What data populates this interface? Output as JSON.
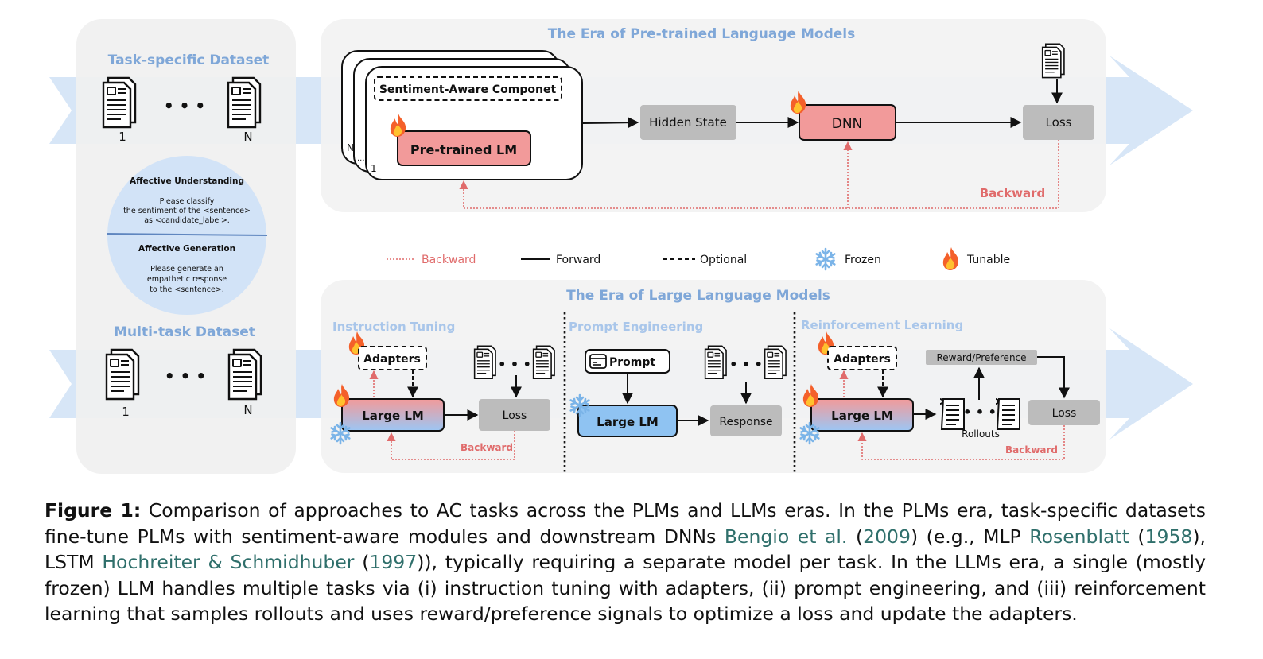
{
  "left_panel": {
    "task_specific_title": "Task-specific Dataset",
    "multi_task_title": "Multi-task Dataset",
    "index_first": "1",
    "index_last": "N",
    "ellipsis": "• • •",
    "prompt_circle": {
      "understanding_title": "Affective Understanding",
      "understanding_line1": "Please classify",
      "understanding_line2": "the sentiment of the <sentence>",
      "understanding_line3": "as <candidate_label>.",
      "generation_title": "Affective Generation",
      "generation_line1": "Please generate an",
      "generation_line2": "empathetic response",
      "generation_line3": "to the <sentence>."
    }
  },
  "plm_era": {
    "title": "The Era of Pre-trained Language Models",
    "sentiment_component": "Sentiment-Aware Componet",
    "pretrained_lm": "Pre-trained LM",
    "stack_n": "N",
    "stack_dots": "...",
    "stack_one": "1",
    "hidden_state": "Hidden State",
    "dnn": "DNN",
    "loss": "Loss",
    "backward": "Backward"
  },
  "legend": {
    "backward": "Backward",
    "forward": "Forward",
    "optional": "Optional",
    "frozen": "Frozen",
    "tunable": "Tunable"
  },
  "llm_era": {
    "title": "The Era of Large Language Models",
    "instruction_tuning": {
      "title": "Instruction Tuning",
      "adapters": "Adapters",
      "large_lm": "Large LM",
      "loss": "Loss",
      "backward": "Backward"
    },
    "prompt_engineering": {
      "title": "Prompt Engineering",
      "prompt": "Prompt",
      "large_lm": "Large LM",
      "response": "Response"
    },
    "reinforcement_learning": {
      "title": "Reinforcement Learning",
      "adapters": "Adapters",
      "large_lm": "Large LM",
      "reward": "Reward/Preference",
      "rollouts": "Rollouts",
      "loss": "Loss",
      "backward": "Backward"
    }
  },
  "colors": {
    "title_blue": "#7fa7d8",
    "panel_gray": "#f3f3f3",
    "arrow_blue": "#d7e6f7",
    "dnn_red": "#f29a9a",
    "box_gray": "#bcbcbc",
    "backward_red": "#e06b6b",
    "llm_blue": "#8fc3f2"
  },
  "caption": {
    "label": "Figure 1:",
    "t1": " Comparison of approaches to AC tasks across the PLMs and LLMs eras. In the PLMs era, task-specific datasets fine-tune PLMs with sentiment-aware modules and downstream DNNs ",
    "c1": "Bengio et al.",
    "t2": " (",
    "y1": "2009",
    "t3": ") (e.g., MLP ",
    "c2": "Rosenblatt",
    "t4": " (",
    "y2": "1958",
    "t5": "), LSTM ",
    "c3": "Hochreiter & Schmidhuber",
    "t6": " (",
    "y3": "1997",
    "t7": ")), typically requiring a separate model per task. In the LLMs era, a single (mostly frozen) LLM handles multiple tasks via (i) instruction tuning with adapters, (ii) prompt engineering, and (iii) reinforcement learning that samples rollouts and uses reward/preference signals to optimize a loss and update the adapters."
  }
}
